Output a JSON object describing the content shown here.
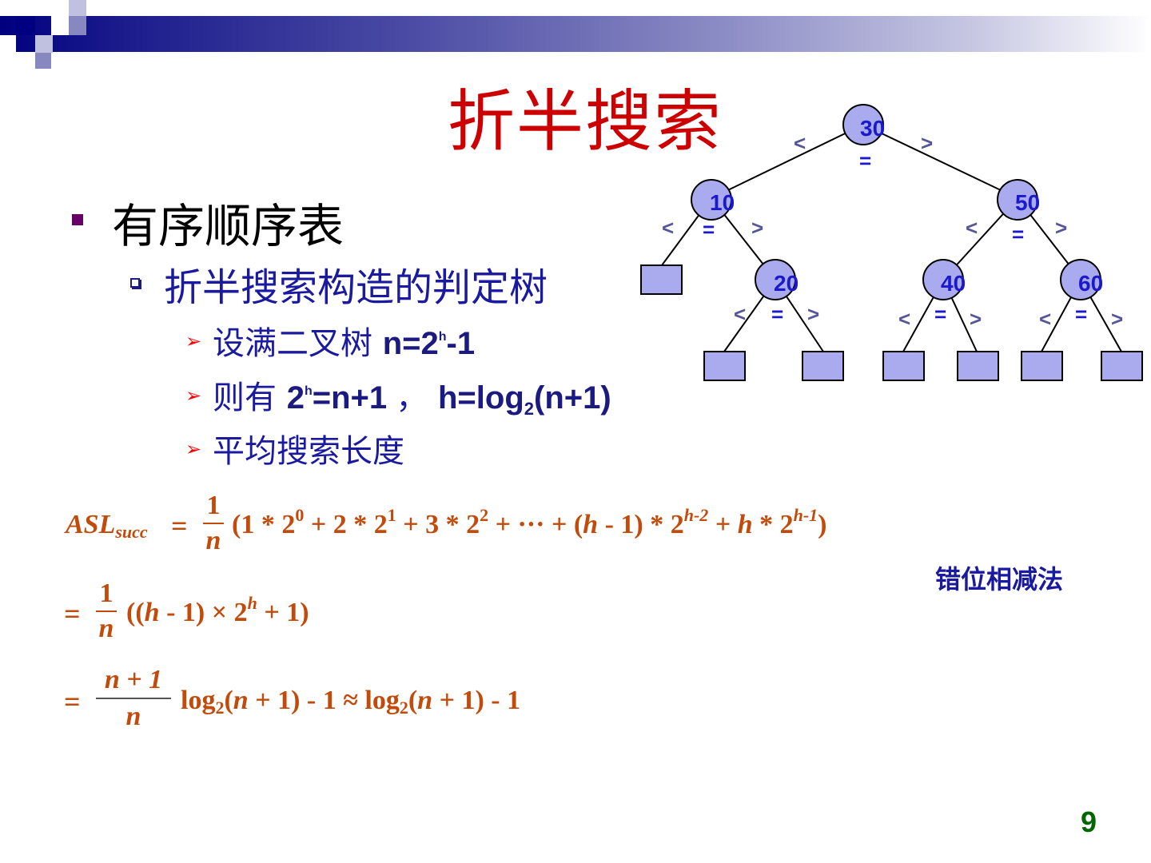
{
  "slide": {
    "title": "折半搜索",
    "page_number": "9",
    "accent_color": "#cc0000",
    "header_gradient_start": "#000080"
  },
  "bullets": {
    "level1": "有序顺序表",
    "level2": "折半搜索构造的判定树",
    "level3": [
      {
        "prefix": "设满二叉树 ",
        "expr": "n=2",
        "sup": "h",
        "suffix": "-1"
      },
      {
        "prefix": "则有 ",
        "expr1": "2",
        "sup": "h",
        "expr2": "=n+1 ",
        "sep": " ， ",
        "expr3": "h=log",
        "sub": "2",
        "expr4": "(n+1)"
      },
      {
        "prefix": "平均搜索长度"
      }
    ]
  },
  "tree": {
    "nodes": [
      "30",
      "10",
      "50",
      "20",
      "40",
      "60"
    ],
    "lt": "<",
    "gt": ">",
    "eq": "="
  },
  "formula": {
    "lhs": "ASL",
    "lhs_sub": "succ",
    "eq": "=",
    "one": "1",
    "n": "n",
    "line1_terms": "(1 * 2",
    "line1_a": "0",
    "line1_b": " + 2 * 2",
    "line1_c": "1",
    "line1_d": " + 3 * 2",
    "line1_e": "2",
    "line1_f": " + ··· + (",
    "line1_h": "h",
    "line1_g": " - 1) * 2",
    "line1_exp1": "h-2",
    "line1_i": " + ",
    "line1_j": " * 2",
    "line1_exp2": "h-1",
    "line1_k": ")",
    "line2_a": "((",
    "line2_b": " - 1) × 2",
    "line2_exp": "h",
    "line2_c": " + 1)",
    "line3_num": "n + 1",
    "line3_a": "log",
    "line3_sub": "2",
    "line3_b": "(",
    "line3_c": " + 1) - 1 ≈ log",
    "line3_d": " + 1) - 1"
  },
  "method_label": "错位相减法"
}
